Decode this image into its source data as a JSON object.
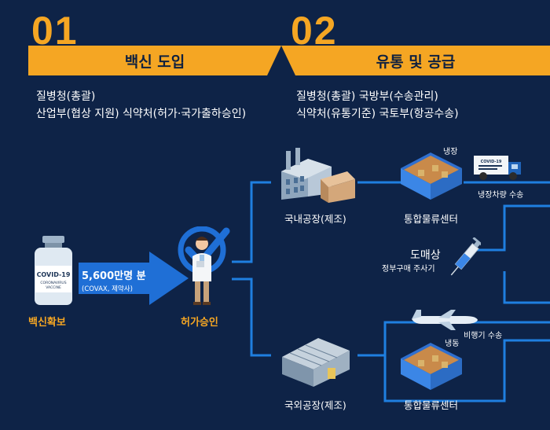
{
  "step1": {
    "number": "01",
    "title": "백신 도입",
    "lines": [
      "질병청(총괄)",
      "산업부(협상 지원) 식약처(허가·국가출하승인)"
    ]
  },
  "step2": {
    "number": "02",
    "title": "유통 및 공급",
    "lines": [
      "질병청(총괄) 국방부(수송관리)",
      "식약처(유통기준) 국토부(항공수송)"
    ]
  },
  "vaccine": {
    "bottle_text": [
      "COVID-19",
      "CORONAVIRUS",
      "VACCINE"
    ],
    "label": "백신확보"
  },
  "arrow": {
    "amount": "5,600만명 분",
    "source": "(COVAX, 제약사)"
  },
  "approval": {
    "label": "허가승인"
  },
  "domestic": {
    "factory_label": "국내공장(제조)",
    "center_label": "통합물류센터",
    "storage": "냉장",
    "truck_text": "COVID-19",
    "transport": "냉장차량 수송"
  },
  "wholesale": {
    "title": "도매상",
    "subtitle": "정부구매 주사기"
  },
  "overseas": {
    "factory_label": "국외공장(제조)",
    "center_label": "통합물류센터",
    "storage": "냉동",
    "transport": "비행기 수송"
  },
  "colors": {
    "background": "#0e2347",
    "accent": "#f5a623",
    "line": "#1f7fe0",
    "arrow": "#1f6fd6"
  }
}
